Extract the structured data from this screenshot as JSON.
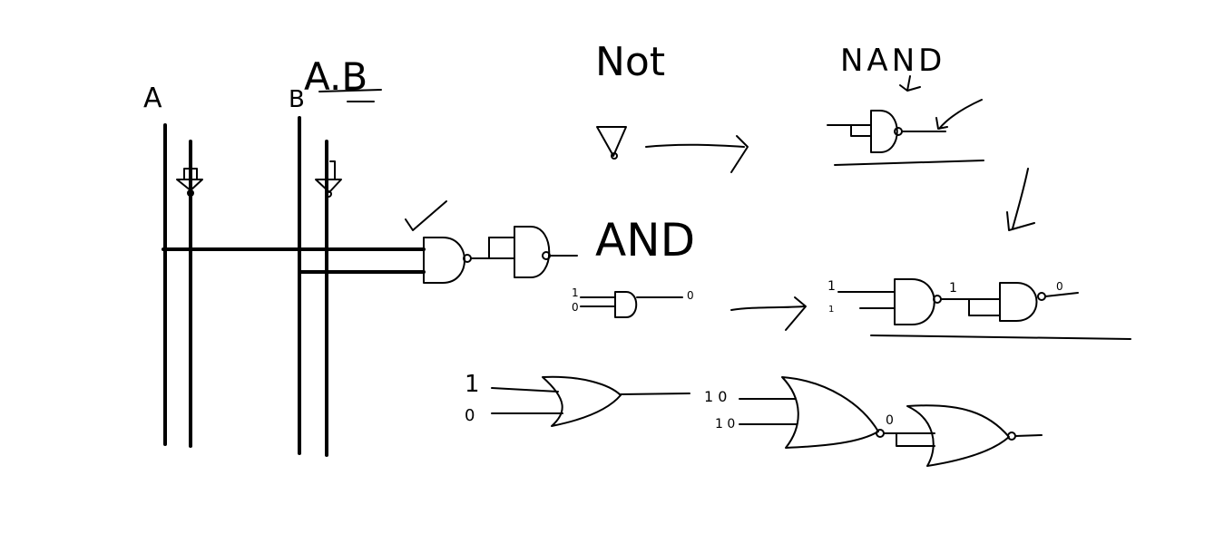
{
  "canvas": {
    "background": "#ffffff",
    "ink_color": "#000000"
  },
  "labels": {
    "input_a": "A",
    "input_b": "B",
    "expression": "A.B",
    "not_heading": "Not",
    "and_heading": "AND",
    "nand_heading": "NAND"
  },
  "and_example": {
    "in_top": "1",
    "in_bottom": "0",
    "out": "0"
  },
  "nand_and_example": {
    "in_top": "1",
    "in_bottom": "1",
    "mid": "1",
    "out": "0"
  },
  "or_example": {
    "in_top": "1",
    "in_bottom": "0"
  },
  "or_nor_example": {
    "in_top": "1 0",
    "in_bottom": "1 0",
    "mid": "0"
  }
}
